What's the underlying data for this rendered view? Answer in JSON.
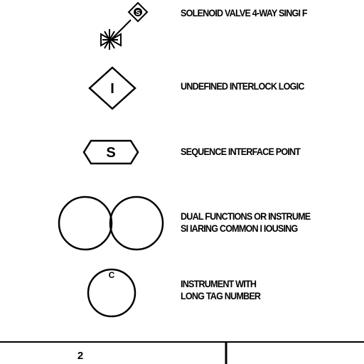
{
  "colors": {
    "ink": "#000000",
    "paper": "#ffffff"
  },
  "legend": {
    "solenoid_valve": {
      "icon": "solenoid-valve-icon",
      "badge_letter": "S",
      "description": "SOLENOID VALVE 4-WAY SINGI F"
    },
    "interlock": {
      "icon": "interlock-diamond-icon",
      "letter": "I",
      "description": "UNDEFINED INTERLOCK LOGIC"
    },
    "sequence": {
      "icon": "sequence-hexagon-icon",
      "letter": "S",
      "description": "SEQUENCE INTERFACE POINT"
    },
    "dual_functions": {
      "icon": "dual-circles-icon",
      "description_lines": [
        "DUAL FUNCTIONS OR INSTRUME",
        "SI IARING COMMON I IOUSING"
      ]
    },
    "long_tag": {
      "icon": "instrument-bubble-icon",
      "letter": "C",
      "description_lines": [
        "INSTRUMENT WITH",
        "LONG TAG NUMBER"
      ]
    }
  },
  "footer": {
    "column_number": "2"
  }
}
